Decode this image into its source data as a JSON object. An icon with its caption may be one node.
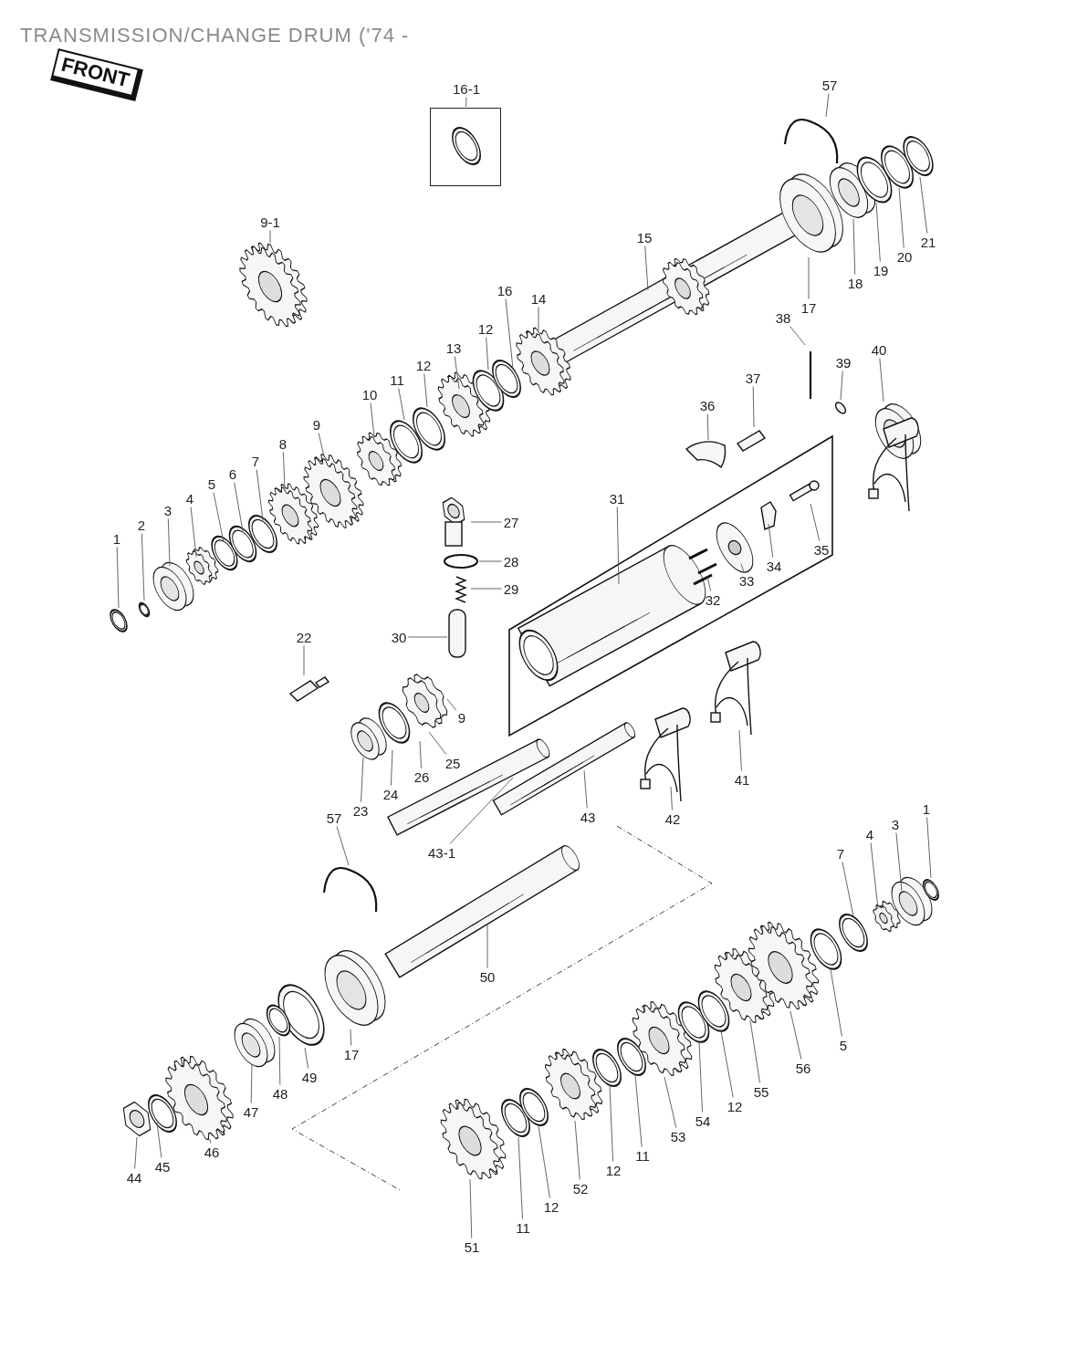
{
  "diagram": {
    "title": "TRANSMISSION/CHANGE DRUM ('74 -",
    "nodes": [
      {
        "text": [
          "FRONT"
        ]
      },
      {
        "text": [
          "16-1"
        ]
      },
      {
        "text": [],
        "shape": "box"
      },
      {
        "text": [
          "9-1"
        ]
      },
      {
        "text": [
          "1"
        ]
      },
      {
        "text": [
          "2"
        ]
      },
      {
        "text": [
          "3"
        ]
      },
      {
        "text": [
          "4"
        ]
      },
      {
        "text": [
          "5"
        ]
      },
      {
        "text": [
          "6"
        ]
      },
      {
        "text": [
          "7"
        ]
      },
      {
        "text": [
          "8"
        ]
      },
      {
        "text": [
          "9"
        ]
      },
      {
        "text": [
          "10"
        ]
      },
      {
        "text": [
          "11"
        ]
      },
      {
        "text": [
          "12"
        ]
      },
      {
        "text": [
          "13"
        ]
      },
      {
        "text": [
          "12"
        ]
      },
      {
        "text": [
          "16"
        ]
      },
      {
        "text": [
          "14"
        ]
      },
      {
        "text": [
          "15"
        ]
      },
      {
        "text": [
          "57"
        ]
      },
      {
        "text": [
          "17"
        ]
      },
      {
        "text": [
          "18"
        ]
      },
      {
        "text": [
          "19"
        ]
      },
      {
        "text": [
          "20"
        ]
      },
      {
        "text": [
          "21"
        ]
      },
      {
        "text": [
          "38"
        ]
      },
      {
        "text": [
          "39"
        ]
      },
      {
        "text": [
          "40"
        ]
      },
      {
        "text": [
          "37"
        ]
      },
      {
        "text": [
          "36"
        ]
      },
      {
        "text": [
          "31"
        ]
      },
      {
        "text": [
          "27"
        ]
      },
      {
        "text": [
          "28"
        ]
      },
      {
        "text": [
          "29"
        ]
      },
      {
        "text": [
          "30"
        ]
      },
      {
        "text": [
          "22"
        ]
      },
      {
        "text": [
          "32"
        ]
      },
      {
        "text": [
          "33"
        ]
      },
      {
        "text": [
          "34"
        ]
      },
      {
        "text": [
          "35"
        ]
      },
      {
        "text": [
          "9"
        ]
      },
      {
        "text": [
          "25"
        ]
      },
      {
        "text": [
          "26"
        ]
      },
      {
        "text": [
          "24"
        ]
      },
      {
        "text": [
          "23"
        ]
      },
      {
        "text": [
          "57"
        ]
      },
      {
        "text": [
          "43-1"
        ]
      },
      {
        "text": [
          "43"
        ]
      },
      {
        "text": [
          "42"
        ]
      },
      {
        "text": [
          "41"
        ]
      },
      {
        "text": [
          "7"
        ]
      },
      {
        "text": [
          "4"
        ]
      },
      {
        "text": [
          "3"
        ]
      },
      {
        "text": [
          "1"
        ]
      },
      {
        "text": [
          "50"
        ]
      },
      {
        "text": [
          "17"
        ]
      },
      {
        "text": [
          "49"
        ]
      },
      {
        "text": [
          "48"
        ]
      },
      {
        "text": [
          "47"
        ]
      },
      {
        "text": [
          "46"
        ]
      },
      {
        "text": [
          "45"
        ]
      },
      {
        "text": [
          "44"
        ]
      },
      {
        "text": [
          "51"
        ]
      },
      {
        "text": [
          "11"
        ]
      },
      {
        "text": [
          "12"
        ]
      },
      {
        "text": [
          "52"
        ]
      },
      {
        "text": [
          "12"
        ]
      },
      {
        "text": [
          "11"
        ]
      },
      {
        "text": [
          "53"
        ]
      },
      {
        "text": [
          "54"
        ]
      },
      {
        "text": [
          "12"
        ]
      },
      {
        "text": [
          "55"
        ]
      },
      {
        "text": [
          "56"
        ]
      },
      {
        "text": [
          "5"
        ]
      }
    ],
    "edges": [
      {
        "from": 1,
        "to": 2,
        "arrow": "none"
      },
      {
        "from": 3,
        "to": null,
        "arrow": "none"
      },
      {
        "from": 4,
        "to": null,
        "arrow": "none"
      },
      {
        "from": 5,
        "to": null,
        "arrow": "none"
      },
      {
        "from": 6,
        "to": null,
        "arrow": "none"
      },
      {
        "from": 7,
        "to": null,
        "arrow": "none"
      },
      {
        "from": 8,
        "to": null,
        "arrow": "none"
      },
      {
        "from": 9,
        "to": null,
        "arrow": "none"
      },
      {
        "from": 10,
        "to": null,
        "arrow": "none"
      },
      {
        "from": 11,
        "to": null,
        "arrow": "none"
      },
      {
        "from": 12,
        "to": null,
        "arrow": "none"
      },
      {
        "from": 13,
        "to": null,
        "arrow": "none"
      },
      {
        "from": 14,
        "to": null,
        "arrow": "none"
      },
      {
        "from": 15,
        "to": null,
        "arrow": "none"
      },
      {
        "from": 16,
        "to": null,
        "arrow": "none"
      },
      {
        "from": 17,
        "to": null,
        "arrow": "none"
      },
      {
        "from": 18,
        "to": null,
        "arrow": "none"
      },
      {
        "from": 19,
        "to": null,
        "arrow": "none"
      },
      {
        "from": 20,
        "to": null,
        "arrow": "none"
      },
      {
        "from": 21,
        "to": null,
        "arrow": "none"
      },
      {
        "from": 22,
        "to": null,
        "arrow": "none"
      },
      {
        "from": 23,
        "to": null,
        "arrow": "none"
      },
      {
        "from": 24,
        "to": null,
        "arrow": "none"
      },
      {
        "from": 25,
        "to": null,
        "arrow": "none"
      },
      {
        "from": 26,
        "to": null,
        "arrow": "none"
      },
      {
        "from": 27,
        "to": null,
        "arrow": "none"
      },
      {
        "from": 28,
        "to": null,
        "arrow": "none"
      },
      {
        "from": 29,
        "to": null,
        "arrow": "none"
      },
      {
        "from": 30,
        "to": null,
        "arrow": "none"
      },
      {
        "from": 31,
        "to": null,
        "arrow": "none"
      },
      {
        "from": 32,
        "to": null,
        "arrow": "none"
      },
      {
        "from": 33,
        "to": null,
        "arrow": "none"
      },
      {
        "from": 34,
        "to": null,
        "arrow": "none"
      },
      {
        "from": 35,
        "to": null,
        "arrow": "none"
      },
      {
        "from": 36,
        "to": null,
        "arrow": "none"
      },
      {
        "from": 37,
        "to": null,
        "arrow": "none"
      },
      {
        "from": 38,
        "to": null,
        "arrow": "none"
      },
      {
        "from": 39,
        "to": null,
        "arrow": "none"
      },
      {
        "from": 40,
        "to": null,
        "arrow": "none"
      },
      {
        "from": 41,
        "to": null,
        "arrow": "none"
      },
      {
        "from": 42,
        "to": null,
        "arrow": "none"
      },
      {
        "from": 43,
        "to": null,
        "arrow": "none"
      },
      {
        "from": 44,
        "to": null,
        "arrow": "none"
      },
      {
        "from": 45,
        "to": null,
        "arrow": "none"
      },
      {
        "from": 46,
        "to": null,
        "arrow": "none"
      },
      {
        "from": 47,
        "to": null,
        "arrow": "none"
      },
      {
        "from": 48,
        "to": null,
        "arrow": "none"
      },
      {
        "from": 49,
        "to": null,
        "arrow": "none"
      },
      {
        "from": 50,
        "to": null,
        "arrow": "none"
      },
      {
        "from": 51,
        "to": null,
        "arrow": "none"
      },
      {
        "from": 52,
        "to": null,
        "arrow": "none"
      },
      {
        "from": 53,
        "to": null,
        "arrow": "none"
      },
      {
        "from": 54,
        "to": null,
        "arrow": "none"
      },
      {
        "from": 55,
        "to": null,
        "arrow": "none"
      },
      {
        "from": 56,
        "to": null,
        "arrow": "none"
      },
      {
        "from": 57,
        "to": null,
        "arrow": "none"
      },
      {
        "from": 58,
        "to": null,
        "arrow": "none"
      },
      {
        "from": 59,
        "to": null,
        "arrow": "none"
      },
      {
        "from": 60,
        "to": null,
        "arrow": "none"
      },
      {
        "from": 61,
        "to": null,
        "arrow": "none"
      },
      {
        "from": 62,
        "to": null,
        "arrow": "none"
      },
      {
        "from": 63,
        "to": null,
        "arrow": "none"
      },
      {
        "from": 64,
        "to": null,
        "arrow": "none"
      },
      {
        "from": 65,
        "to": null,
        "arrow": "none"
      },
      {
        "from": 66,
        "to": null,
        "arrow": "none"
      },
      {
        "from": 67,
        "to": null,
        "arrow": "none"
      },
      {
        "from": 68,
        "to": null,
        "arrow": "none"
      },
      {
        "from": 69,
        "to": null,
        "arrow": "none"
      },
      {
        "from": 70,
        "to": null,
        "arrow": "none"
      },
      {
        "from": 71,
        "to": null,
        "arrow": "none"
      },
      {
        "from": 72,
        "to": null,
        "arrow": "none"
      },
      {
        "from": 73,
        "to": null,
        "arrow": "none"
      },
      {
        "from": 74,
        "to": null,
        "arrow": "none"
      },
      {
        "from": 75,
        "to": null,
        "arrow": "none"
      }
    ]
  }
}
